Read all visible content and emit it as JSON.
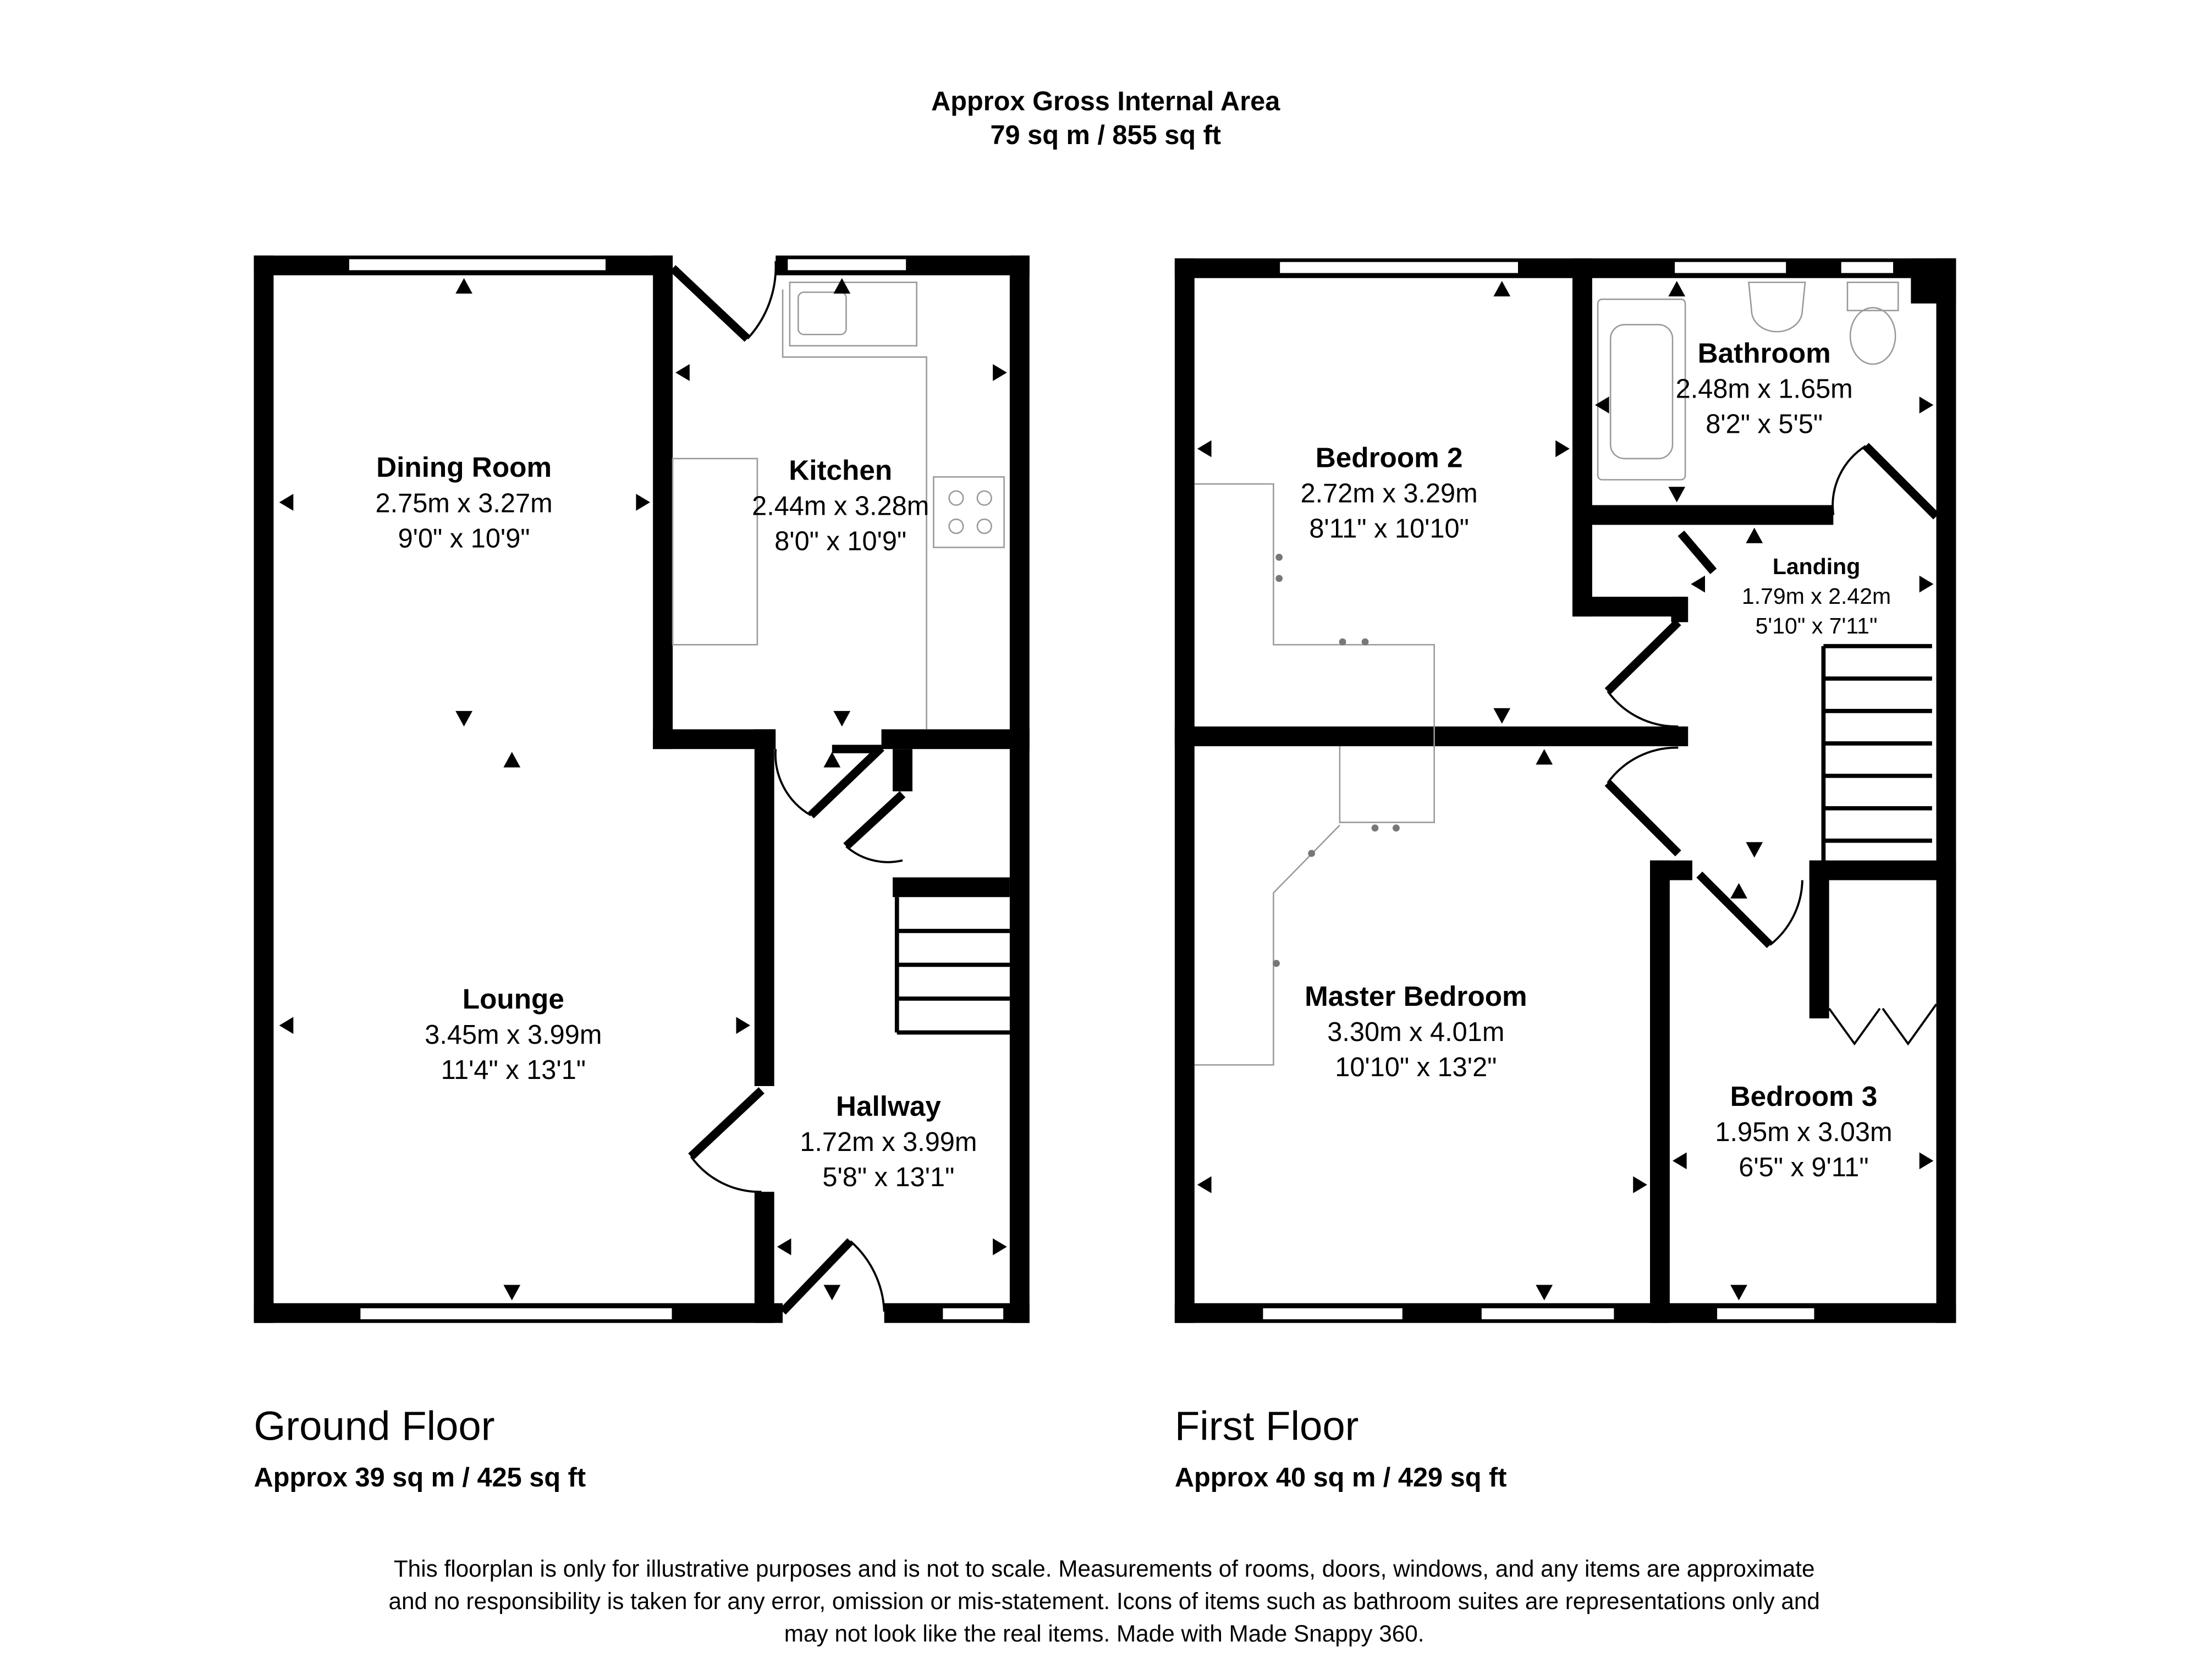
{
  "header": {
    "title": "Approx Gross Internal Area",
    "area": "79 sq m / 855 sq ft"
  },
  "ground_floor": {
    "label": "Ground Floor",
    "area": "Approx 39 sq m / 425 sq ft",
    "rooms": [
      {
        "name": "Dining Room",
        "metric": "2.75m x 3.27m",
        "imperial": "9'0\" x 10'9\""
      },
      {
        "name": "Kitchen",
        "metric": "2.44m x 3.28m",
        "imperial": "8'0\" x 10'9\""
      },
      {
        "name": "Lounge",
        "metric": "3.45m x 3.99m",
        "imperial": "11'4\" x 13'1\""
      },
      {
        "name": "Hallway",
        "metric": "1.72m x 3.99m",
        "imperial": "5'8\" x 13'1\""
      }
    ]
  },
  "first_floor": {
    "label": "First Floor",
    "area": "Approx 40 sq m / 429 sq ft",
    "rooms": [
      {
        "name": "Bedroom 2",
        "metric": "2.72m x 3.29m",
        "imperial": "8'11\" x 10'10\""
      },
      {
        "name": "Bathroom",
        "metric": "2.48m x 1.65m",
        "imperial": "8'2\" x 5'5\""
      },
      {
        "name": "Landing",
        "metric": "1.79m x 2.42m",
        "imperial": "5'10\" x 7'11\""
      },
      {
        "name": "Master Bedroom",
        "metric": "3.30m x 4.01m",
        "imperial": "10'10\" x 13'2\""
      },
      {
        "name": "Bedroom 3",
        "metric": "1.95m x 3.03m",
        "imperial": "6'5\" x 9'11\""
      }
    ]
  },
  "disclaimer": [
    "This floorplan is only for illustrative purposes and is not to scale. Measurements of rooms, doors, windows, and any items are approximate",
    "and no responsibility is taken for any error, omission or mis-statement. Icons of items such as bathroom suites are representations only and",
    "may not look like the real items. Made with Made Snappy 360."
  ]
}
